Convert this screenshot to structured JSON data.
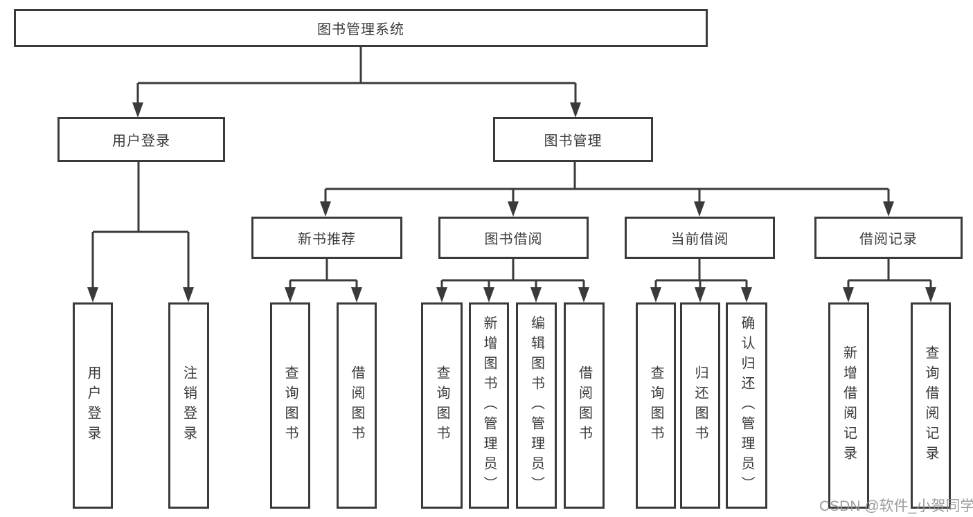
{
  "diagram": {
    "root": {
      "label": "图书管理系统"
    },
    "branches": [
      {
        "label": "用户登录",
        "children": [
          {
            "label": "用户登录"
          },
          {
            "label": "注销登录"
          }
        ]
      },
      {
        "label": "图书管理",
        "sections": [
          {
            "label": "新书推荐",
            "children": [
              {
                "label": "查询图书"
              },
              {
                "label": "借阅图书"
              }
            ]
          },
          {
            "label": "图书借阅",
            "children": [
              {
                "label": "查询图书"
              },
              {
                "label": "新增图书（管理员）"
              },
              {
                "label": "编辑图书（管理员）"
              },
              {
                "label": "借阅图书"
              }
            ]
          },
          {
            "label": "当前借阅",
            "children": [
              {
                "label": "查询图书"
              },
              {
                "label": "归还图书"
              },
              {
                "label": "确认归还（管理员）"
              }
            ]
          },
          {
            "label": "借阅记录",
            "children": [
              {
                "label": "新增借阅记录"
              },
              {
                "label": "查询借阅记录"
              }
            ]
          }
        ]
      }
    ]
  },
  "watermark": {
    "text": "CSDN @软件_小贺同学"
  },
  "colors": {
    "line": "#3a3a3a",
    "text": "#3a3a3a",
    "watermark": "#949494",
    "background": "#ffffff"
  }
}
